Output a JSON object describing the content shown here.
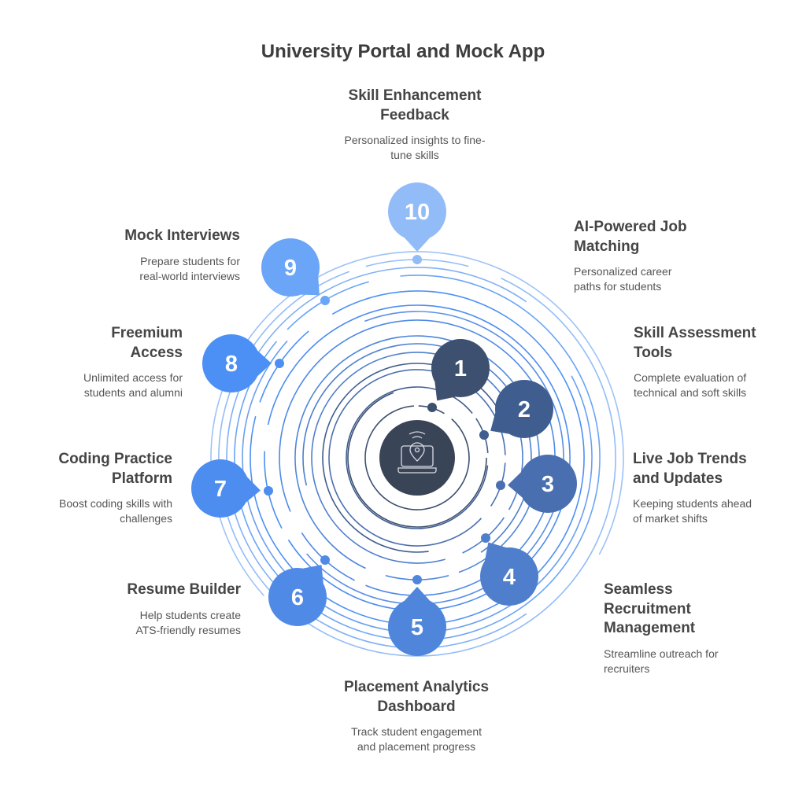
{
  "title": "University Portal and Mock App",
  "center_icon": "laptop-location-icon",
  "colors": {
    "center": "#3a4457",
    "steps": [
      "#3d5070",
      "#3f5d8f",
      "#4a6fb0",
      "#4f7fcc",
      "#4f86db",
      "#4f8ae6",
      "#4d8df0",
      "#4d90f5",
      "#6aa5f7",
      "#92bcf8"
    ]
  },
  "steps": [
    {
      "number": "1",
      "heading": [
        "Skill Assessment",
        "Tools"
      ],
      "desc": [
        "Complete evaluation of",
        "technical and soft skills"
      ]
    },
    {
      "number": "2",
      "heading": [
        "Live Job Trends",
        "and Updates"
      ],
      "desc": [
        "Keeping students ahead",
        "of market shifts"
      ]
    },
    {
      "number": "3",
      "heading": [
        "Seamless",
        "Recruitment",
        "Management"
      ],
      "desc": [
        "Streamline outreach for",
        "recruiters"
      ]
    },
    {
      "number": "4",
      "heading": [
        "Placement Analytics",
        "Dashboard"
      ],
      "desc": [
        "Track student engagement",
        "and placement progress"
      ]
    },
    {
      "number": "5",
      "heading": [
        "Resume Builder"
      ],
      "desc": [
        "Help students create",
        "ATS-friendly resumes"
      ]
    },
    {
      "number": "6",
      "heading": [
        "Coding Practice",
        "Platform"
      ],
      "desc": [
        "Boost coding skills with",
        "challenges"
      ]
    },
    {
      "number": "7",
      "heading": [
        "Freemium",
        "Access"
      ],
      "desc": [
        "Unlimited access for",
        "students and alumni"
      ]
    },
    {
      "number": "8",
      "heading": [
        "Mock Interviews"
      ],
      "desc": [
        "Prepare students for",
        "real-world interviews"
      ]
    },
    {
      "number": "9",
      "heading": [
        "Skill Enhancement",
        "Feedback"
      ],
      "desc": [
        "Personalized insights to fine-",
        "tune skills"
      ]
    },
    {
      "number": "10",
      "heading": [
        "AI-Powered Job",
        "Matching"
      ],
      "desc": [
        "Personalized career",
        "paths for students"
      ]
    }
  ]
}
